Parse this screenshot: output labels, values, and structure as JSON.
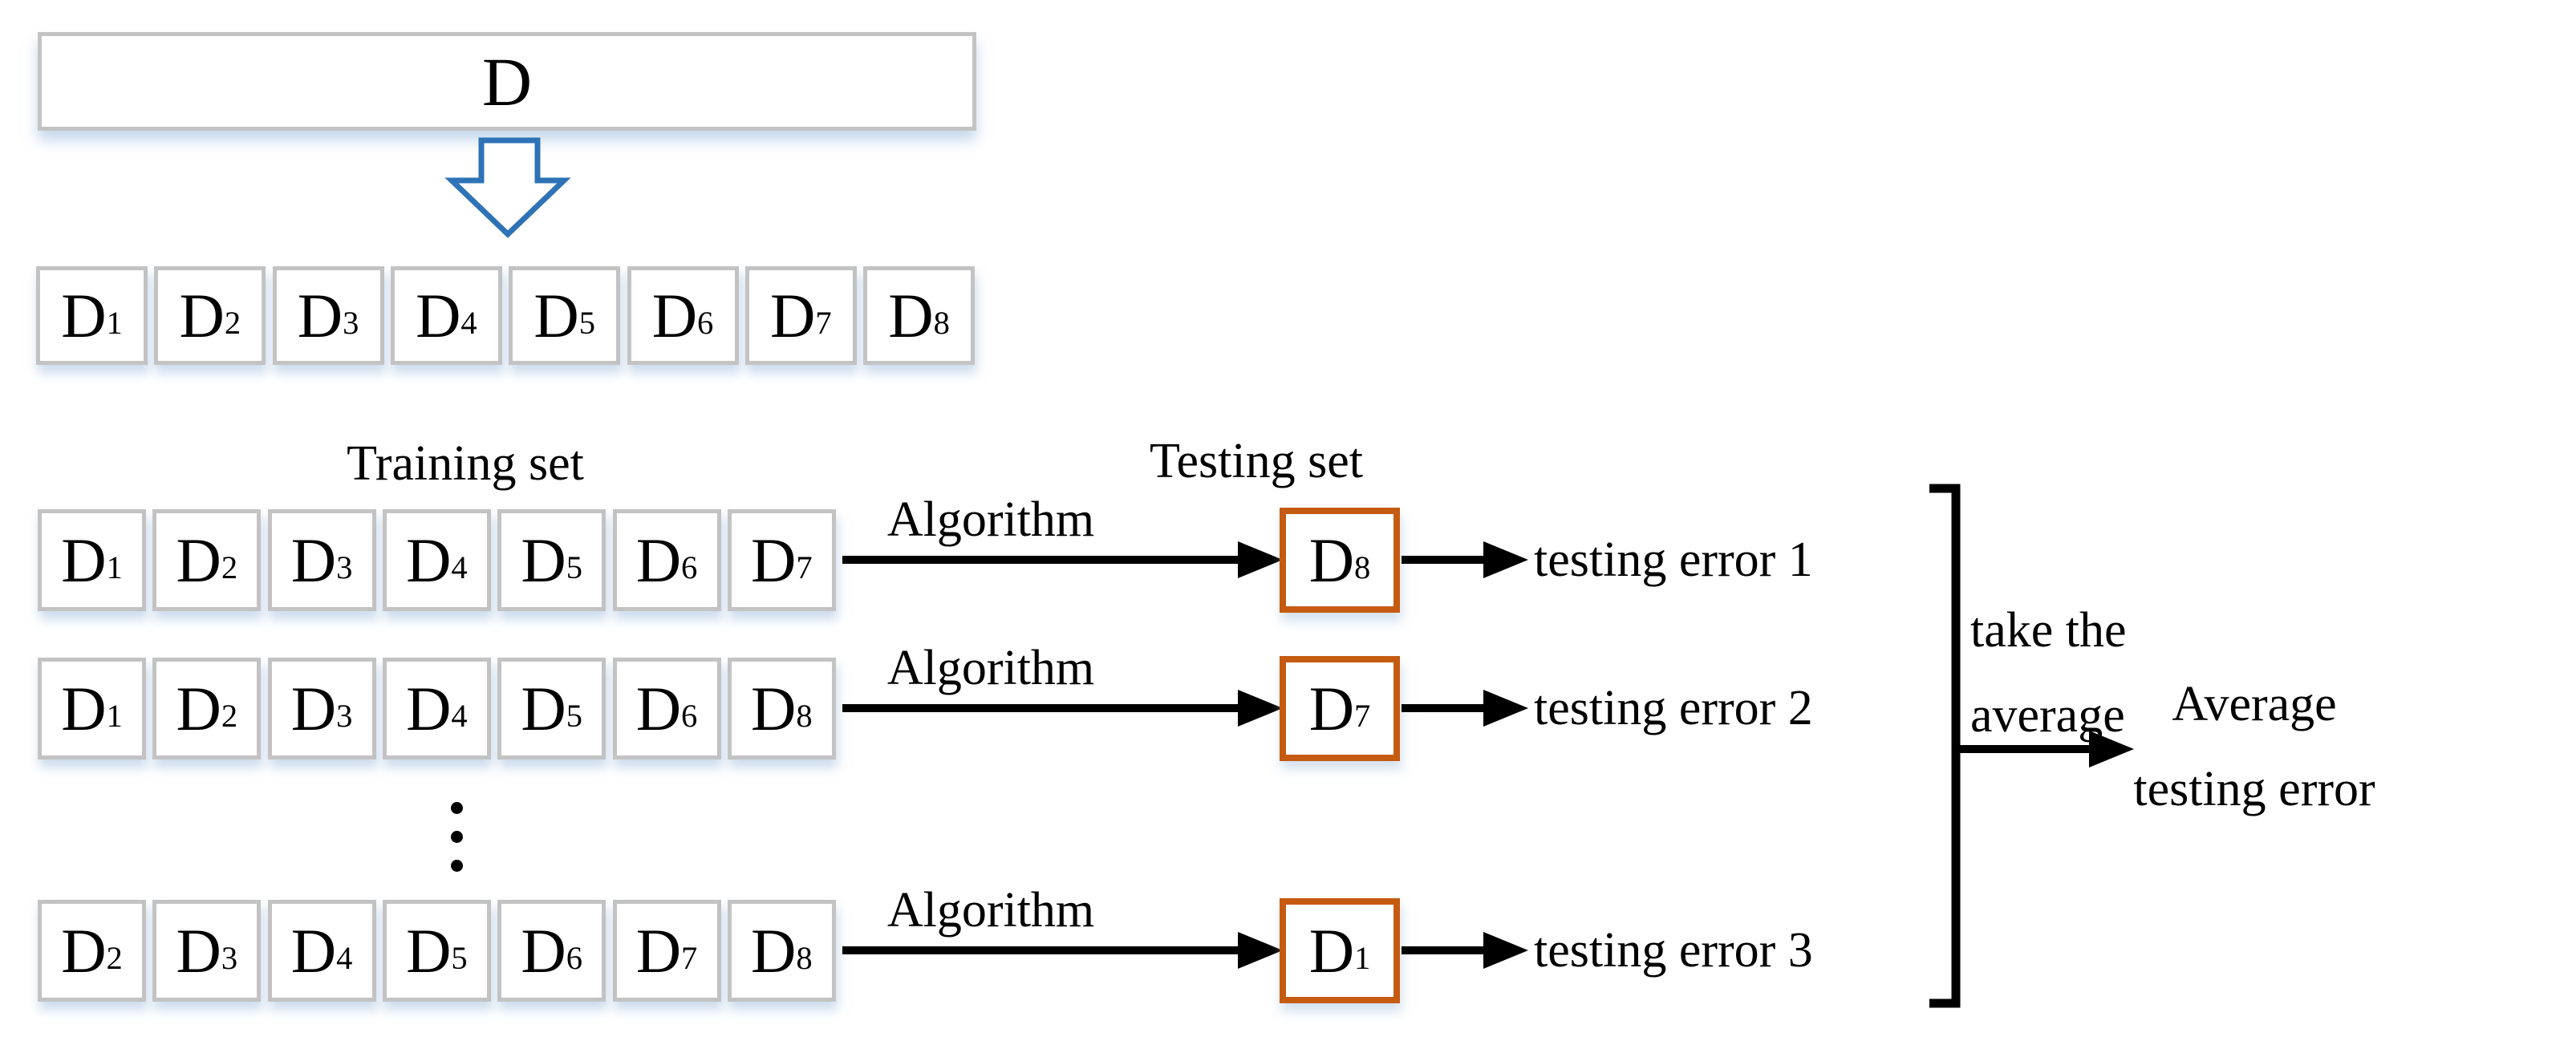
{
  "figure": {
    "dataset_label": "D",
    "subset_base": "D",
    "partition_subscripts": [
      "1",
      "2",
      "3",
      "4",
      "5",
      "6",
      "7",
      "8"
    ],
    "training_heading": "Training set",
    "testing_heading": "Testing set",
    "ellipsis": "⋮",
    "rows": [
      {
        "training_subscripts": [
          "1",
          "2",
          "3",
          "4",
          "5",
          "6",
          "7"
        ],
        "algorithm_label": "Algorithm",
        "testing_subscript": "8",
        "error_label": "testing error 1"
      },
      {
        "training_subscripts": [
          "1",
          "2",
          "3",
          "4",
          "5",
          "6",
          "8"
        ],
        "algorithm_label": "Algorithm",
        "testing_subscript": "7",
        "error_label": "testing error 2"
      },
      {
        "training_subscripts": [
          "2",
          "3",
          "4",
          "5",
          "6",
          "7",
          "8"
        ],
        "algorithm_label": "Algorithm",
        "testing_subscript": "1",
        "error_label": "testing error 3"
      }
    ],
    "bracket_label": {
      "line1": "take the",
      "line2": "average"
    },
    "result_label": {
      "line1": "Average",
      "line2": "testing error"
    },
    "colors": {
      "subset_border": "#c3c3c3",
      "testing_border": "#c55a11",
      "split_arrow_stroke": "#2e73b5",
      "connector": "#000000"
    }
  }
}
